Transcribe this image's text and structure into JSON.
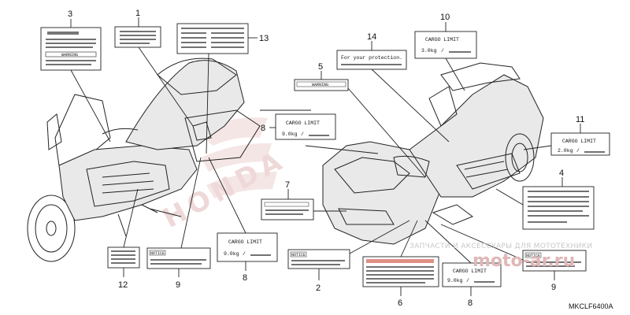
{
  "callouts": [
    "1",
    "2",
    "3",
    "4",
    "5",
    "6",
    "7",
    "8",
    "9",
    "10",
    "11",
    "12",
    "13",
    "14"
  ],
  "labels": {
    "cargo_limit": "CARGO LIMIT",
    "cargo_value": "9.0kg",
    "cargo_value_rear": "3.0kg",
    "cargo_value_side": "2.0kg",
    "slash": "/",
    "warning": "WARNING",
    "notice": "NOTICE",
    "protection": "For your protection."
  },
  "diagram_code": "MKCLF6400A",
  "watermark": "ЗАПЧАСТИ И АКСЕССУАРЫ ДЛЯ МОТОТЕХНИКИ",
  "logo_text": "moto-ar.ru",
  "brand_background": "HONDA"
}
